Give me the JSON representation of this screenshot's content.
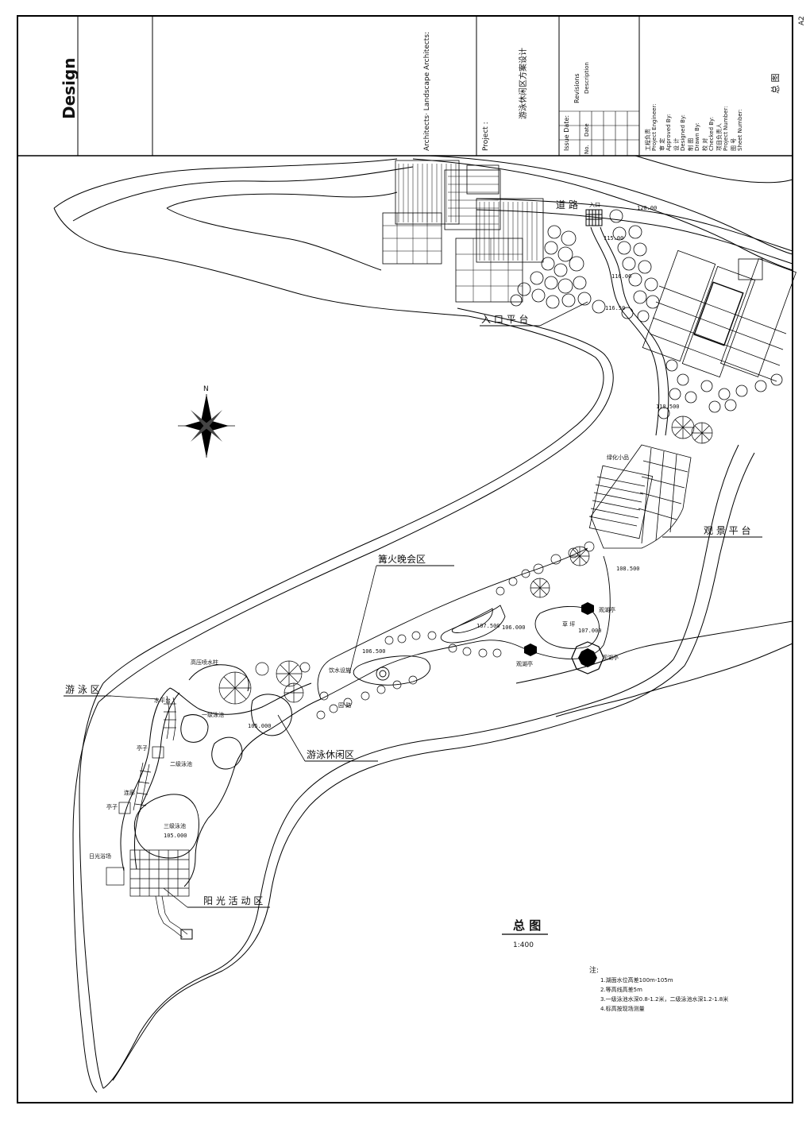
{
  "title_block": {
    "design": "Design",
    "architects": "Architects· Landscape Architects:",
    "project_label": "Project :",
    "project_name": "游泳休闲区方案设计",
    "issue_date": "Issue Date:",
    "revisions": "Revisions",
    "no": "No.",
    "date": "Date",
    "description": "Description",
    "roles": [
      "工程负责",
      "Project Engineer:",
      "审 定",
      "Approved By:",
      "设 计",
      "Designed By:",
      "制 图",
      "Drawn By:",
      "校 对",
      "Checked By:",
      "项目负责人",
      "Project Number:",
      "图 号",
      "Sheet Number:"
    ],
    "sheet_title": "总 图",
    "sheet_code": "A2"
  },
  "map_labels": {
    "road": "道   路",
    "entry_platform": "入 口 平 台",
    "view_platform": "观 景 平 台",
    "bonfire_area": "篝火晚会区",
    "swim_area": "游 泳 区",
    "swim_leisure": "游泳休闲区",
    "sun_area": "阳 光 活 动 区",
    "north": "N",
    "entry_small": "入口",
    "greening": "绿化小品",
    "pavilion1": "观湖亭",
    "pavilion2": "观湖亭",
    "pavilion3": "观湖亭",
    "fountain": "高压喷水柱",
    "pool1": "一级泳池",
    "pool2": "二级泳池",
    "pool3": "三级泳池",
    "corridor": "连廊",
    "pavilion_left": "亭子",
    "pavilion_left2": "亭子",
    "water_platform": "水平台",
    "sunbed": "日光浴场",
    "drink": "饮水设施",
    "path": "园 路",
    "lawn": "草 坪"
  },
  "elevations": [
    "120.00",
    "115.00",
    "116.00",
    "116.50",
    "110.500",
    "108.500",
    "107.500",
    "106.000",
    "107.000",
    "106.500",
    "105.000",
    "105.000"
  ],
  "drawing_title": "总 图",
  "scale": "1:400",
  "notes": {
    "heading": "注:",
    "items": [
      "1.湖面水位高差100m-105m",
      "2.等高线高差5m",
      "3.一级泳池水深0.8-1.2米，二级泳池水深1.2-1.8米",
      "4.标高按现场测量"
    ]
  }
}
